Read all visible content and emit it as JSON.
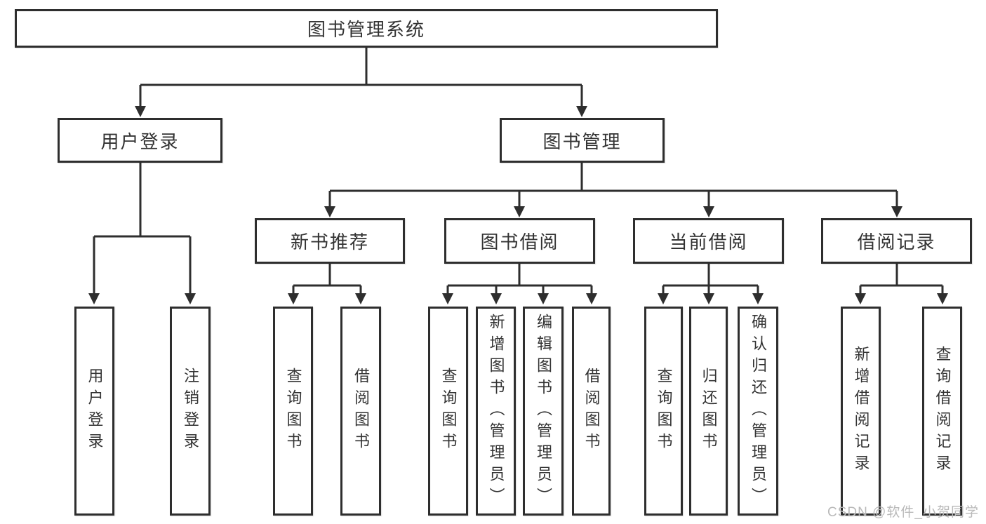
{
  "diagram": {
    "root": {
      "label": "图书管理系统"
    },
    "branches": [
      {
        "label": "用户登录",
        "leaves": [
          "用户登录",
          "注销登录"
        ]
      },
      {
        "label": "图书管理",
        "groups": [
          {
            "label": "新书推荐",
            "leaves": [
              "查询图书",
              "借阅图书"
            ]
          },
          {
            "label": "图书借阅",
            "leaves": [
              "查询图书",
              "新增图书（管理员）",
              "编辑图书（管理员）",
              "借阅图书"
            ]
          },
          {
            "label": "当前借阅",
            "leaves": [
              "查询图书",
              "归还图书",
              "确认归还（管理员）"
            ]
          },
          {
            "label": "借阅记录",
            "leaves": [
              "新增借阅记录",
              "查询借阅记录"
            ]
          }
        ]
      }
    ]
  },
  "watermark": {
    "text": "CSDN @软件_小贺同学"
  },
  "colors": {
    "line": "#2e2e2e",
    "box_border": "#2e2e2e",
    "text": "#333333",
    "watermark": "#b9b9b9",
    "background": "#ffffff"
  }
}
